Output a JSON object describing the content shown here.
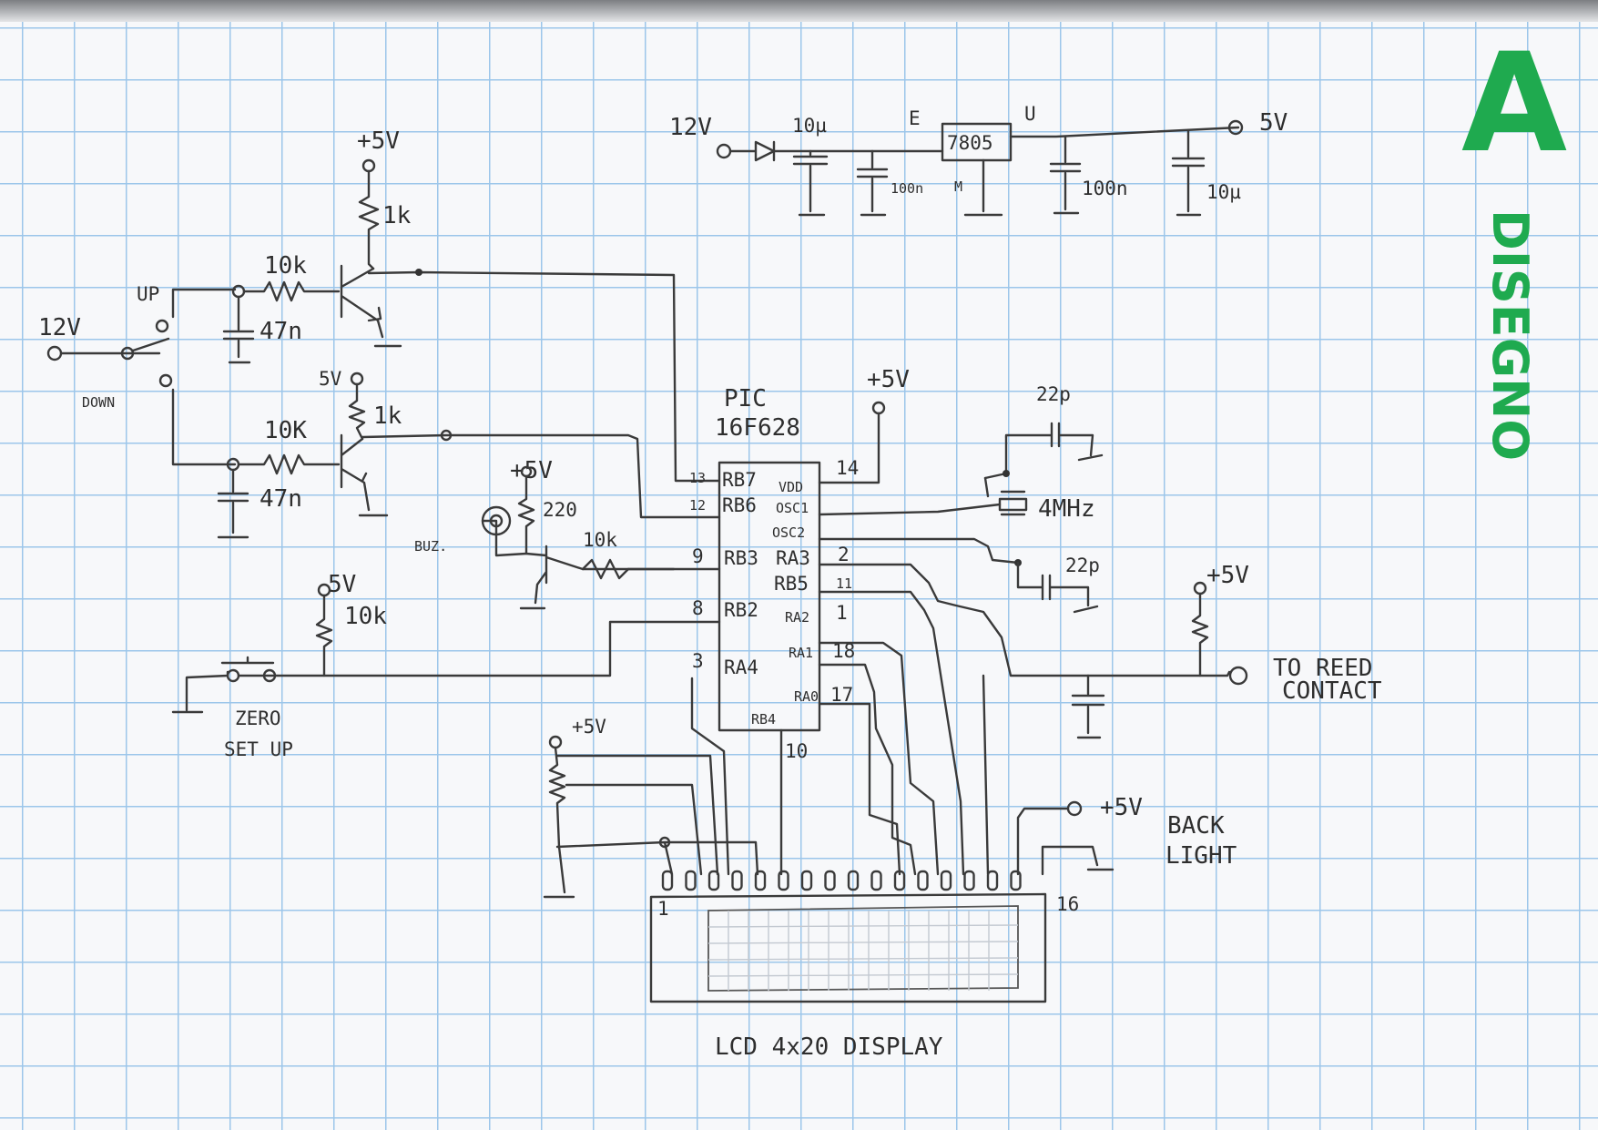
{
  "sheet": {
    "corner_letter": "A",
    "vertical_title": "DISEGNO"
  },
  "labels": {
    "supply_in": "12V",
    "supply_in_2": "12V",
    "plus5v_top": "+5V",
    "plus5v_pic": "+5V",
    "plus5v_buz": "+5V",
    "plus5v_pot": "+5V",
    "plus5v_reed": "+5V",
    "plus5v_backlight": "+5V",
    "v5_mid": "5V",
    "v5_zero": "5V",
    "v5_out": "5V",
    "r_1k_top": "1k",
    "r_1k_mid": "1k",
    "r_10k_a": "10k",
    "r_10k_b": "10K",
    "r_10k_rb3": "10k",
    "r_10k_zero": "10k",
    "r_220": "220",
    "c_47n_a": "47n",
    "c_47n_b": "47n",
    "c_10u_a": "10µ",
    "c_100n_a": "100n",
    "c_100n_b": "100n",
    "c_10u_b": "10µ",
    "c_22p_a": "22p",
    "c_22p_b": "22p",
    "xtal": "4MHz",
    "reg": "7805",
    "reg_e": "E",
    "reg_u": "U",
    "reg_m": "M",
    "sw_up": "UP",
    "sw_down": "DOWN",
    "buzzer": "BUZ.",
    "zero_1": "ZERO",
    "zero_2": "SET UP",
    "reed_1": "TO REED",
    "reed_2": "CONTACT",
    "backlight_1": "BACK",
    "backlight_2": "LIGHT",
    "lcd": "LCD 4x20 DISPLAY",
    "lcd_pin_first": "1",
    "lcd_pin_last": "16",
    "pic_name_1": "PIC",
    "pic_name_2": "16F628"
  },
  "pic_pins": {
    "rb7": "RB7",
    "rb7_n": "13",
    "rb6": "RB6",
    "rb6_n": "12",
    "rb3": "RB3",
    "rb3_n": "9",
    "rb2": "RB2",
    "rb2_n": "8",
    "ra4": "RA4",
    "ra4_n": "3",
    "vdd": "VDD",
    "vdd_n": "14",
    "osc1": "OSC1",
    "osc2": "OSC2",
    "ra3": "RA3",
    "ra3_n": "2",
    "rb5": "RB5",
    "rb5_n": "11",
    "ra2": "RA2",
    "ra2_n": "1",
    "ra1": "RA1",
    "ra1_n": "18",
    "ra0": "RA0",
    "ra0_n": "17",
    "rb4": "RB4",
    "rb4_n": "10"
  }
}
